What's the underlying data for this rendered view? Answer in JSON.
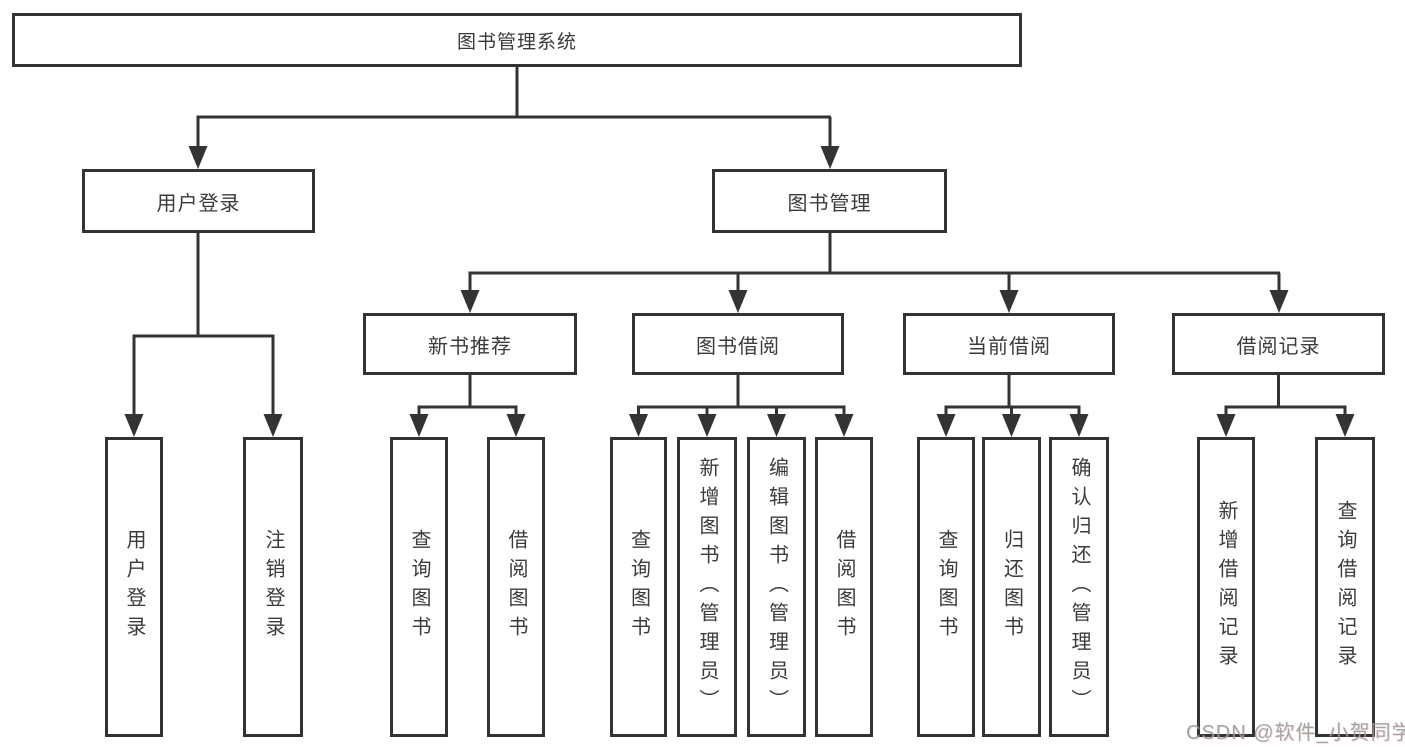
{
  "root_label": "图书管理系统",
  "level2": {
    "user_login": "用户登录",
    "book_mgmt": "图书管理"
  },
  "level3": {
    "new_books": "新书推荐",
    "book_borrow": "图书借阅",
    "current_borrow": "当前借阅",
    "borrow_records": "借阅记录"
  },
  "leaves": {
    "user_login": [
      "用户登录",
      "注销登录"
    ],
    "new_books": [
      "查询图书",
      "借阅图书"
    ],
    "book_borrow": [
      "查询图书",
      "新增图书（管理员）",
      "编辑图书（管理员）",
      "借阅图书"
    ],
    "current_borrow": [
      "查询图书",
      "归还图书",
      "确认归还（管理员）"
    ],
    "borrow_records": [
      "新增借阅记录",
      "查询借阅记录"
    ]
  },
  "watermark": "CSDN @软件_小贺同学",
  "colors": {
    "line": "#333333",
    "text": "#3b3b3b",
    "watermark_gray": "#9b9b9b",
    "background": "#ffffff"
  }
}
